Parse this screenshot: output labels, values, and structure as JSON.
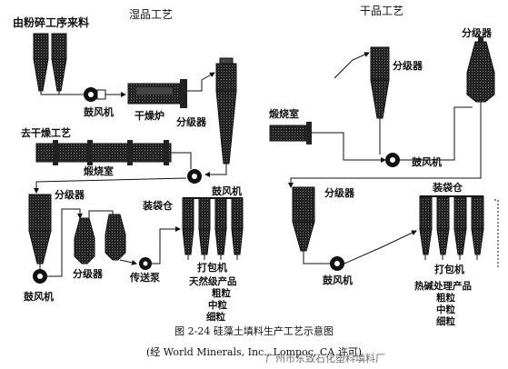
{
  "sections": {
    "wet": "湿品工艺",
    "dry": "干品工艺"
  },
  "labels": {
    "feed_from": "由粉碎工序来料",
    "to_dry_process": "去干燥工艺",
    "wet_blower1": "鼓风机",
    "dryer": "干燥炉",
    "wet_classifier1": "分级器",
    "calciner": "煅烧室",
    "wet_blower2": "鼓风机",
    "wet_classifier2": "分级器",
    "wet_blower3": "鼓风机",
    "wet_classifier3": "分级器",
    "transfer_pump": "传送泵",
    "wet_bag_bin": "装袋仓",
    "wet_packer": "打包机",
    "wet_products": [
      "天然级产品",
      "粗粒",
      "中粒",
      "细粒"
    ],
    "dry_classifier_a": "分级器",
    "dry_calciner": "煅烧室",
    "dry_blower_a": "鼓风机",
    "dry_classifier_b": "分级器",
    "dry_classifier_c": "分级器",
    "dry_blower_b": "鼓风机",
    "dry_bag_bin": "装袋仓",
    "dry_packer": "打包机",
    "dry_products": [
      "热碱处理产品",
      "粗粒",
      "中粒",
      "细粒"
    ]
  },
  "caption": "图 2-24 硅藻土填料生产工艺示意图",
  "source": "(经 World Minerals, Inc., Lompoc, CA 许可)",
  "watermark": "广州市东致石化塑料填料厂"
}
